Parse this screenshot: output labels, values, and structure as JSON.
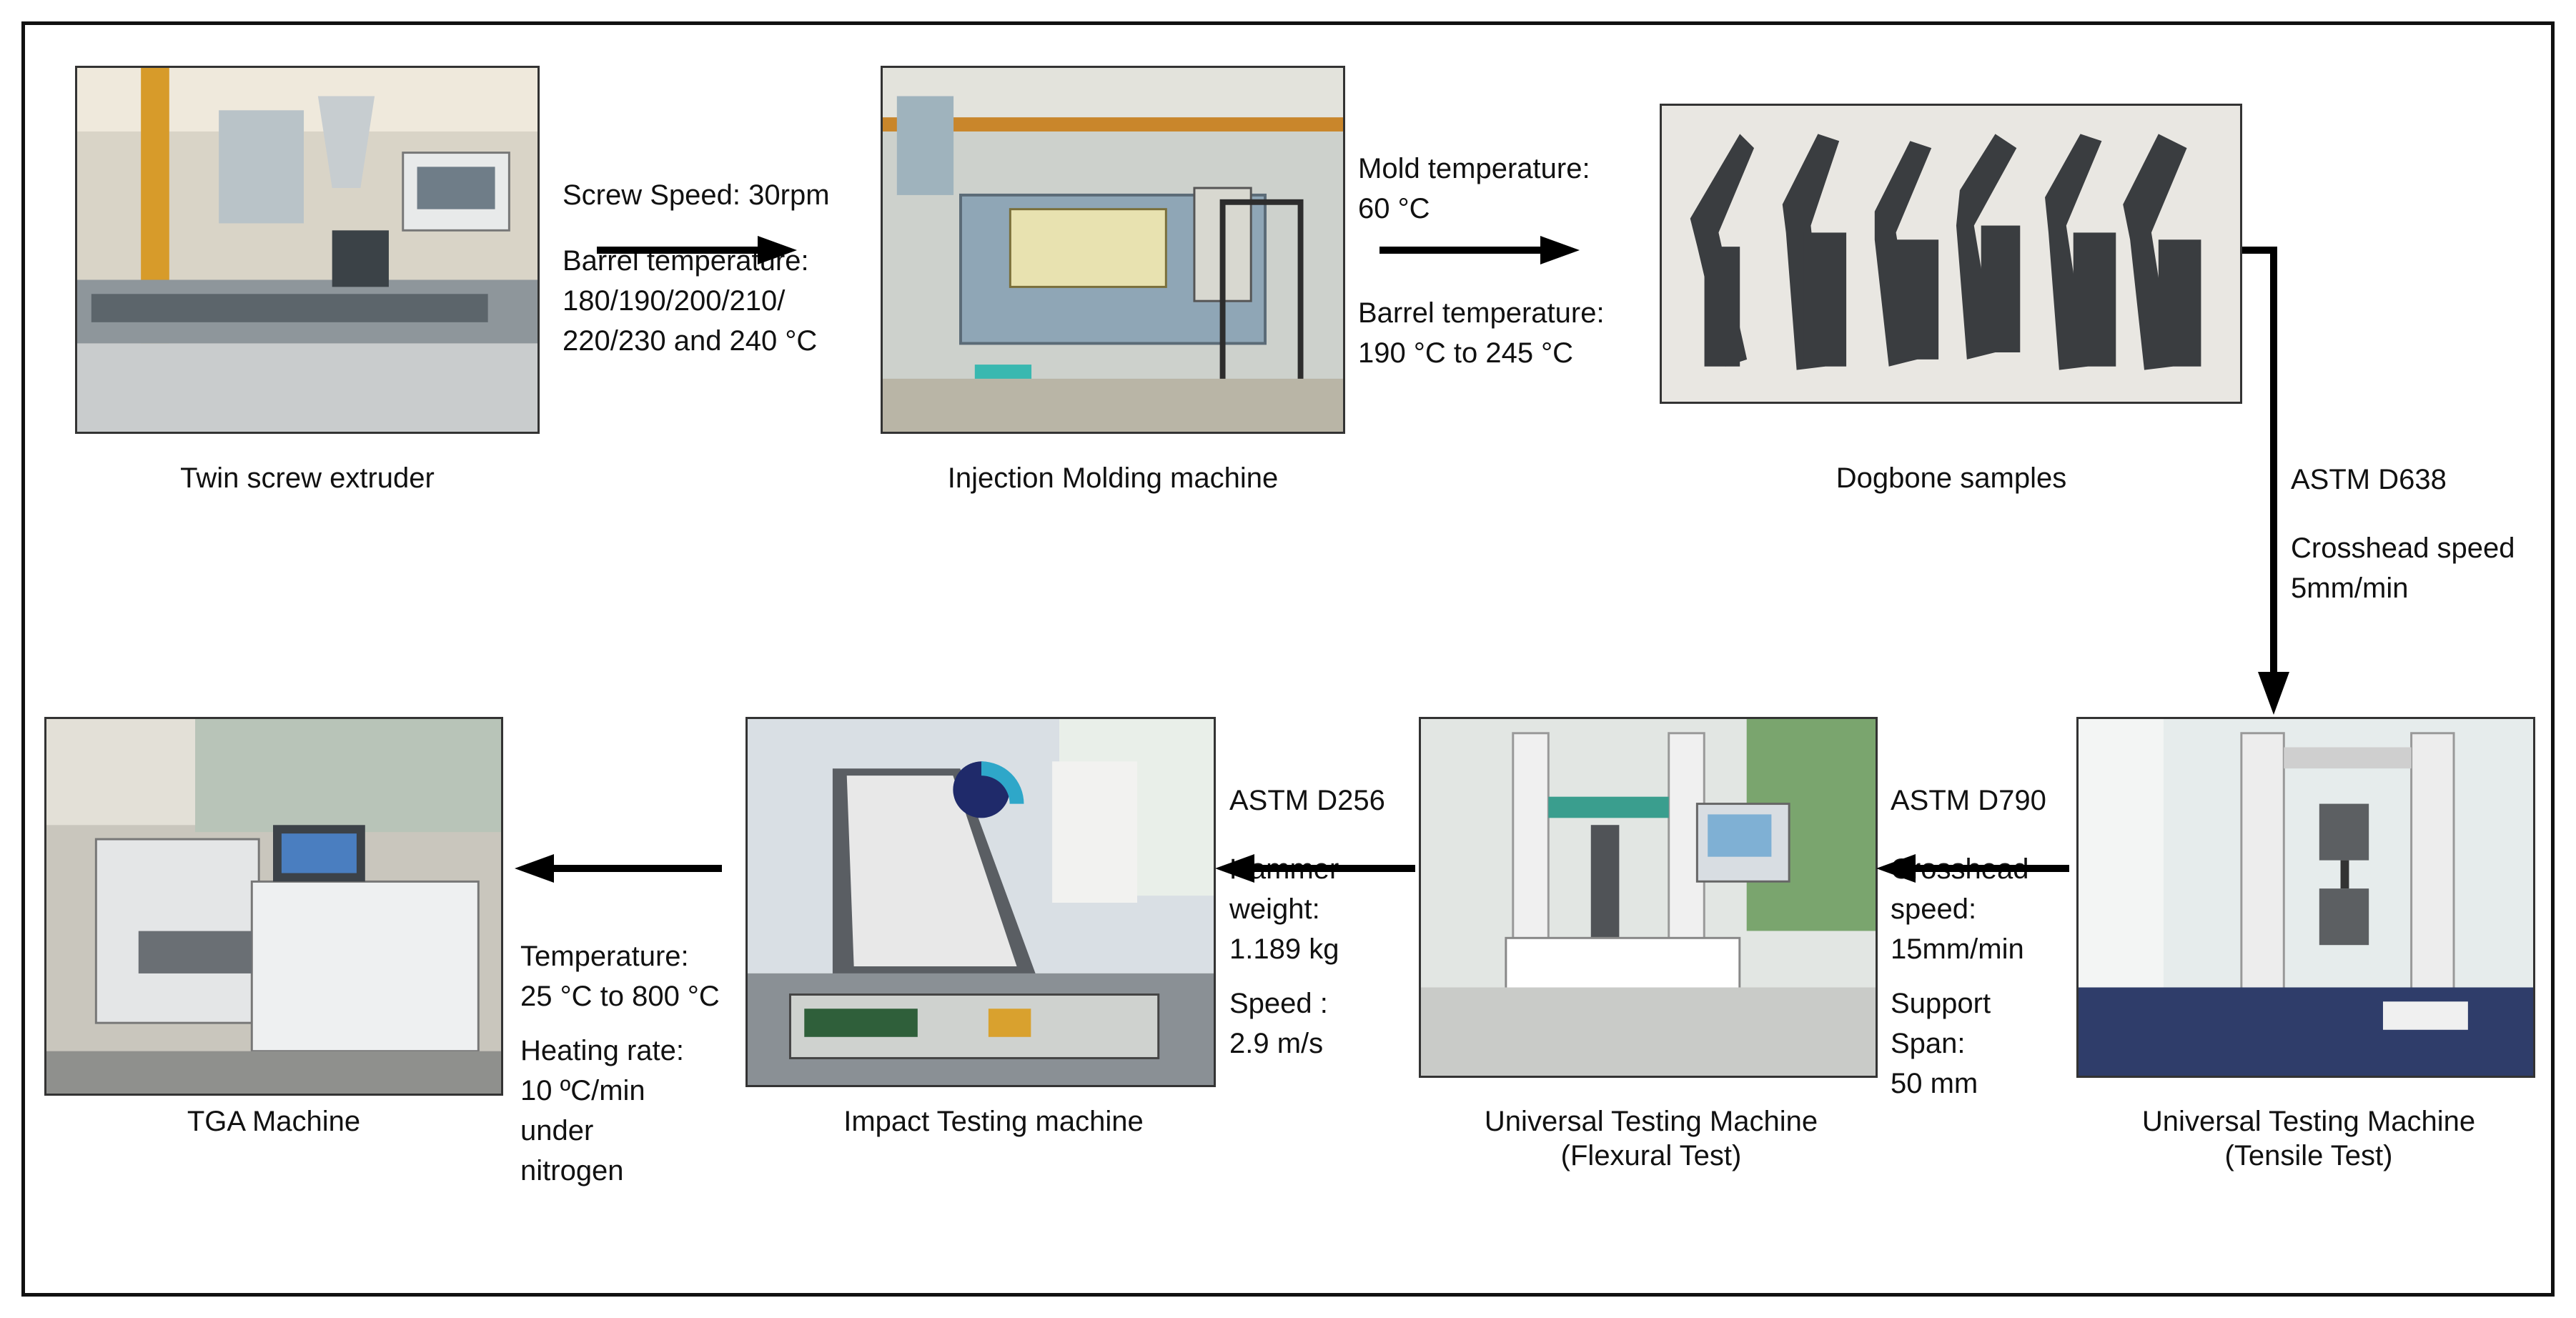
{
  "nodes": [
    {
      "id": "extruder",
      "caption": [
        "Twin screw extruder"
      ]
    },
    {
      "id": "injection",
      "caption": [
        "Injection Molding machine"
      ]
    },
    {
      "id": "dogbone",
      "caption": [
        "Dogbone samples"
      ]
    },
    {
      "id": "utm_tensile",
      "caption": [
        "Universal Testing Machine",
        "(Tensile Test)"
      ]
    },
    {
      "id": "utm_flexural",
      "caption": [
        "Universal Testing Machine",
        "(Flexural Test)"
      ]
    },
    {
      "id": "impact",
      "caption": [
        "Impact Testing machine"
      ]
    },
    {
      "id": "tga",
      "caption": [
        "TGA Machine"
      ]
    }
  ],
  "edges": [
    {
      "from": "extruder",
      "to": "injection",
      "label": [
        "Screw Speed: 30rpm",
        "",
        "Barrel temperature:",
        "180/190/200/210/",
        "220/230 and 240 °C"
      ]
    },
    {
      "from": "injection",
      "to": "dogbone",
      "label": [
        "Mold temperature:",
        " 60 °C",
        "",
        "Barrel temperature:",
        " 190 °C to 245 °C"
      ]
    },
    {
      "from": "dogbone",
      "to": "utm_tensile",
      "label": [
        "ASTM D638",
        "",
        "Crosshead speed",
        "5mm/min"
      ]
    },
    {
      "from": "utm_tensile",
      "to": "utm_flexural",
      "label": [
        "ASTM D790",
        "",
        "Crosshead",
        "speed:",
        "15mm/min",
        "",
        "Support",
        "Span:",
        "50 mm"
      ]
    },
    {
      "from": "utm_flexural",
      "to": "impact",
      "label": [
        "ASTM D256",
        "",
        "Hammer",
        "weight:",
        "1.189 kg",
        "",
        "Speed :",
        "2.9 m/s"
      ]
    },
    {
      "from": "impact",
      "to": "tga",
      "label": [
        "Temperature:",
        "25 °C to 800 °C",
        "",
        "Heating rate:",
        "10 ºC/min",
        "under",
        "nitrogen"
      ]
    }
  ]
}
